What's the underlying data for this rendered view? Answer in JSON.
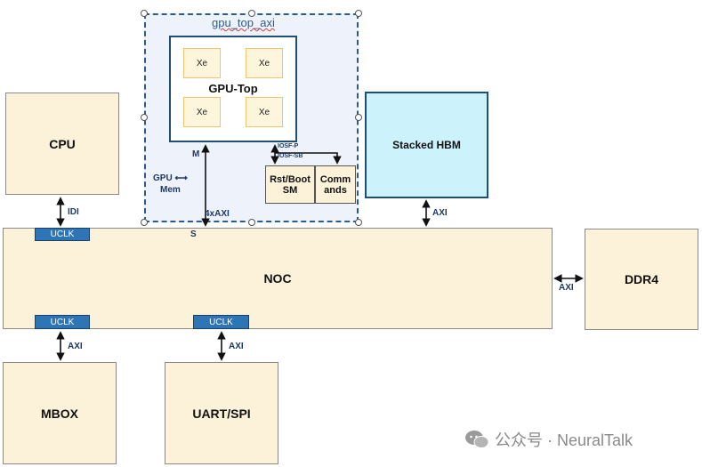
{
  "blocks": {
    "cpu": "CPU",
    "noc": "NOC",
    "mbox": "MBOX",
    "uart_spi": "UART/SPI",
    "ddr4": "DDR4",
    "stacked_hbm": "Stacked HBM"
  },
  "gpu": {
    "container_title": "gpu_top_axi",
    "top_title": "GPU-Top",
    "xe": [
      "Xe",
      "Xe",
      "Xe",
      "Xe"
    ],
    "rst_boot": [
      "Rst/Boot",
      "SM"
    ],
    "commands": [
      "Comm",
      "ands"
    ],
    "iosf_p": "IOSF-P",
    "iosf_sb": "IOSF-SB",
    "master_label": "M",
    "slave_label": "S",
    "gpu_mem": [
      "GPU ⟷",
      "Mem"
    ],
    "axi4x": "4xAXI"
  },
  "links": {
    "idi": "IDI",
    "axi_hbm": "AXI",
    "axi_ddr4": "AXI",
    "axi_mbox": "AXI",
    "axi_uart": "AXI"
  },
  "uclk": [
    "UCLK",
    "UCLK",
    "UCLK"
  ],
  "watermark": "公众号 · NeuralTalk"
}
